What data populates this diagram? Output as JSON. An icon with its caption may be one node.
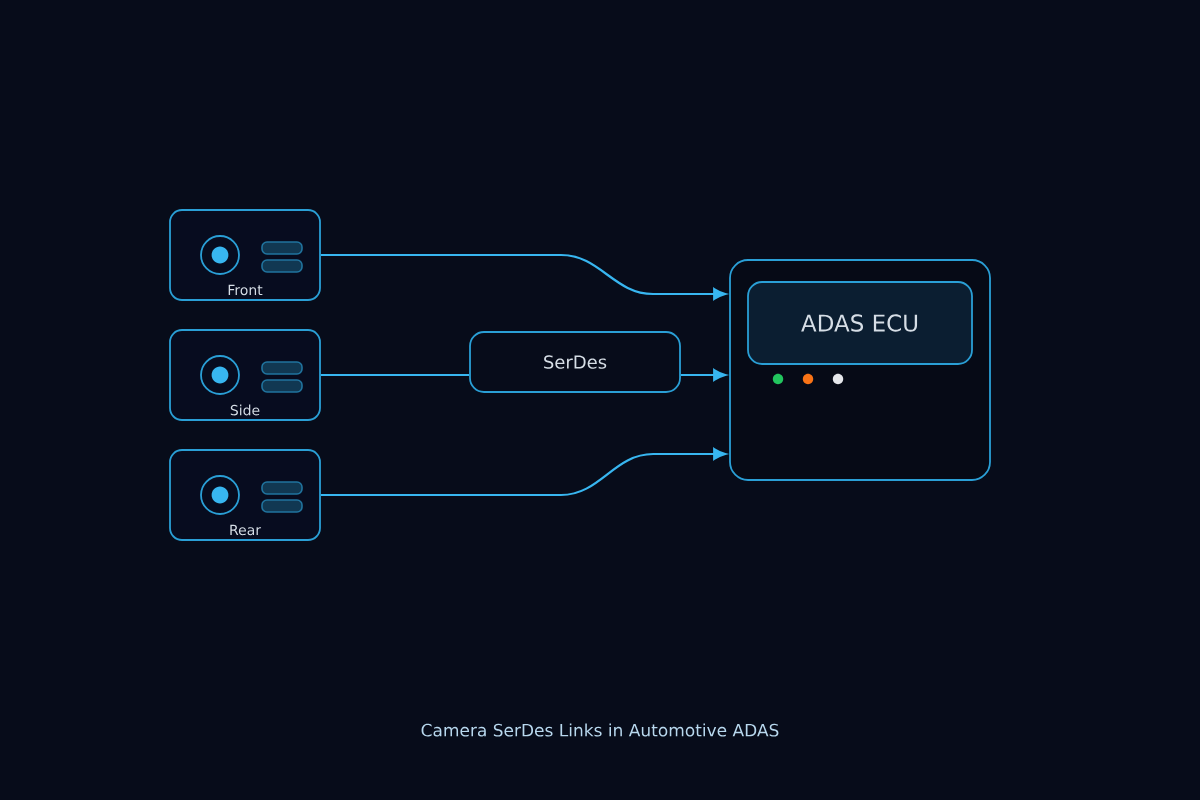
{
  "diagram": {
    "title": "Camera SerDes Links in Automotive ADAS",
    "nodes": [
      {
        "text": [
          "Front"
        ]
      },
      {
        "text": [
          "Side"
        ]
      },
      {
        "text": [
          "Rear"
        ]
      },
      {
        "text": [
          "SerDes"
        ]
      },
      {
        "text": [],
        "shape": "box"
      },
      {
        "text": [
          "ADAS ECU"
        ],
        "in": 4
      }
    ],
    "edges": [
      {
        "from": 0,
        "to": 4,
        "arrow": "to"
      },
      {
        "from": 1,
        "to": 3,
        "arrow": "none"
      },
      {
        "from": 3,
        "to": 4,
        "arrow": "to"
      },
      {
        "from": 2,
        "to": 4,
        "arrow": "to"
      }
    ]
  }
}
